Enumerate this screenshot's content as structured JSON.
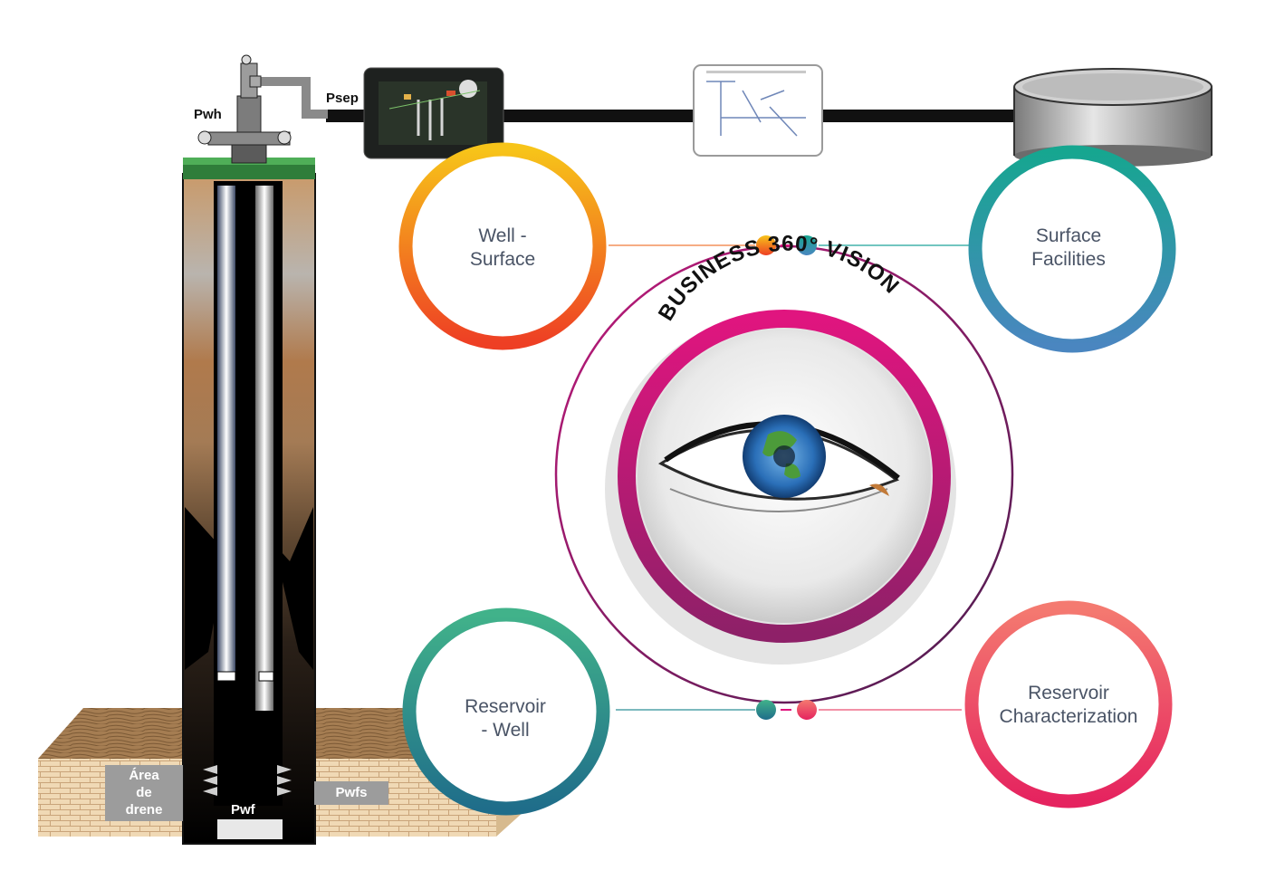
{
  "well": {
    "pwh_label": "Pwh",
    "psep_label": "Psep",
    "pwf_label": "Pwf",
    "pwfs_label": "Pwfs",
    "drainage_label": "Área\nde\ndrene"
  },
  "center": {
    "title": "BUSINESS 360° VISION"
  },
  "rings": {
    "well_surface": "Well -\nSurface",
    "surface_facilities": "Surface\nFacilities",
    "reservoir_well": "Reservoir\n- Well",
    "reservoir_characterization": "Reservoir\nCharacterization"
  },
  "colors": {
    "well_surface": [
      "#f7c419",
      "#ee3f24"
    ],
    "surface_facilities": [
      "#16a690",
      "#4a86c0"
    ],
    "reservoir_well": [
      "#41b28a",
      "#1f6d8a"
    ],
    "reservoir_characterization": [
      "#f47a70",
      "#e5235f"
    ],
    "center_ring": [
      "#e0157f",
      "#8e2068"
    ],
    "label_text": "#4a5466"
  }
}
